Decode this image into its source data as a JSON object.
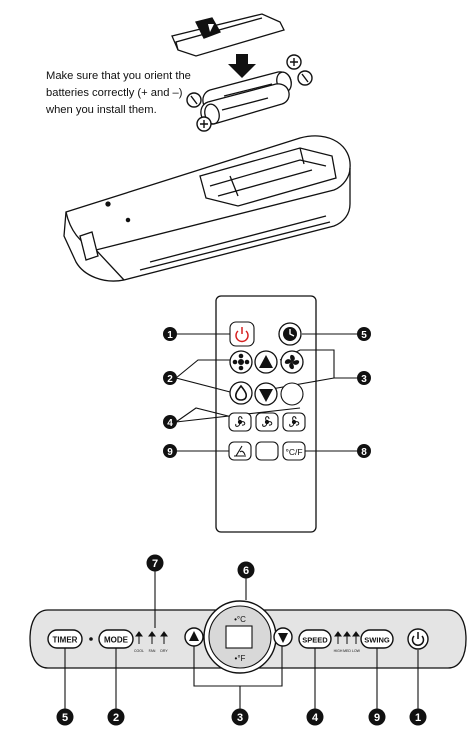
{
  "instruction": {
    "line1": "Make sure that you orient the",
    "line2": "batteries correctly (+ and –)",
    "line3": "when you install them."
  },
  "remote": {
    "callouts": [
      "1",
      "5",
      "2",
      "3",
      "4",
      "9",
      "8"
    ],
    "button_labels": {
      "temp_unit": "°C/F"
    },
    "icons": [
      "power-icon",
      "timer-icon",
      "mode-icon",
      "up-arrow-icon",
      "speed-icon",
      "dry-icon",
      "down-arrow-icon",
      "fan-low-icon",
      "fan-mid-icon",
      "fan-high-icon",
      "swing-icon"
    ]
  },
  "panel": {
    "buttons": {
      "timer": "TIMER",
      "mode": "MODE",
      "speed": "SPEED",
      "swing": "SWING"
    },
    "mode_indicators": [
      "COOL",
      "FAN",
      "DRY"
    ],
    "speed_indicators": [
      "HIGH",
      "MED",
      "LOW"
    ],
    "display_units": {
      "celsius": "•°C",
      "fahrenheit": "•°F"
    },
    "callouts": {
      "display": "6",
      "indicator_lights": "7",
      "timer": "5",
      "mode": "2",
      "arrows": "3",
      "speed": "4",
      "swing": "9",
      "power": "1"
    }
  }
}
